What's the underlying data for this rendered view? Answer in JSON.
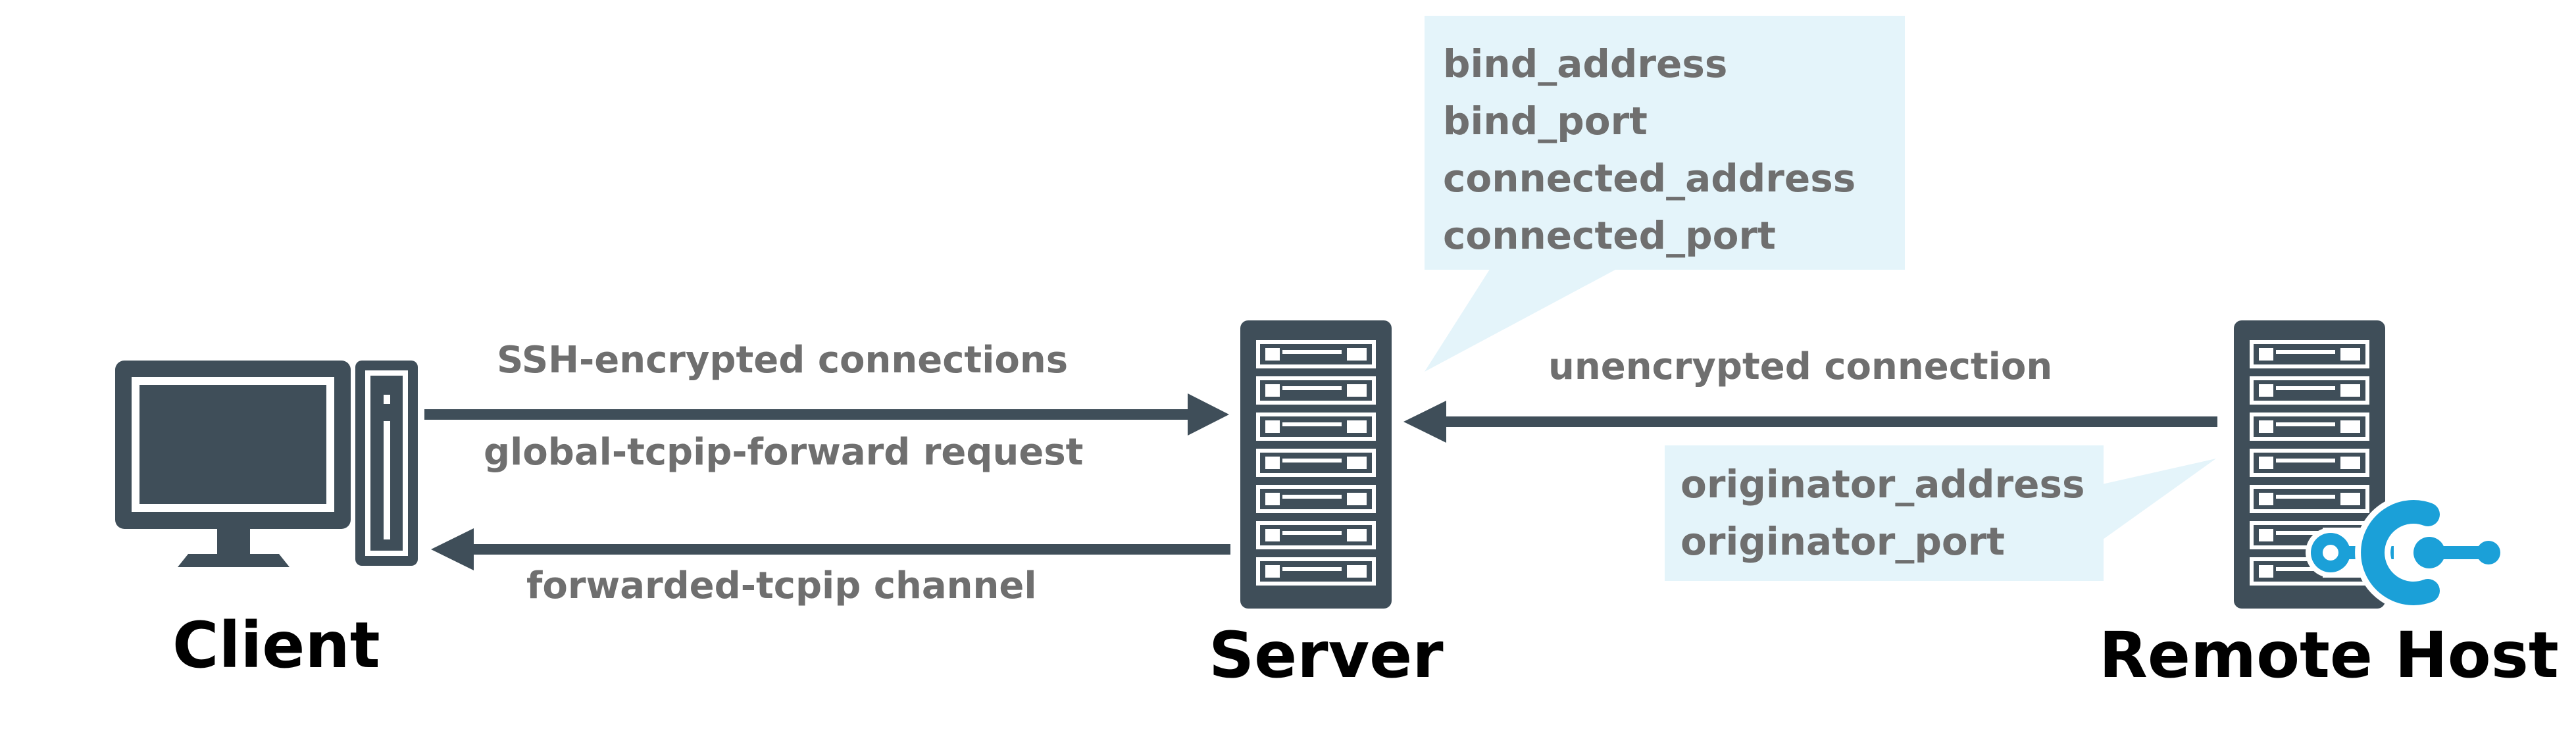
{
  "colors": {
    "dark": "#3f4e59",
    "accent": "#1ba0d8",
    "bubble": "#e4f4fa",
    "label": "#6f6f6f",
    "node_label": "#000000"
  },
  "icons": {
    "client": "desktop-computer-icon",
    "server": "server-rack-icon",
    "remote_host": "server-rack-icon",
    "remote_badge": "connection-plug-icon"
  },
  "nodes": {
    "client": "Client",
    "server": "Server",
    "remote_host": "Remote Host"
  },
  "connections": {
    "ssh": "SSH-encrypted connections",
    "forward_request": "global-tcpip-forward request",
    "forwarded_channel": "forwarded-tcpip channel",
    "unencrypted": "unencrypted connection"
  },
  "server_fields": [
    "bind_address",
    "bind_port",
    "connected_address",
    "connected_port"
  ],
  "originator_fields": [
    "originator_address",
    "originator_port"
  ]
}
